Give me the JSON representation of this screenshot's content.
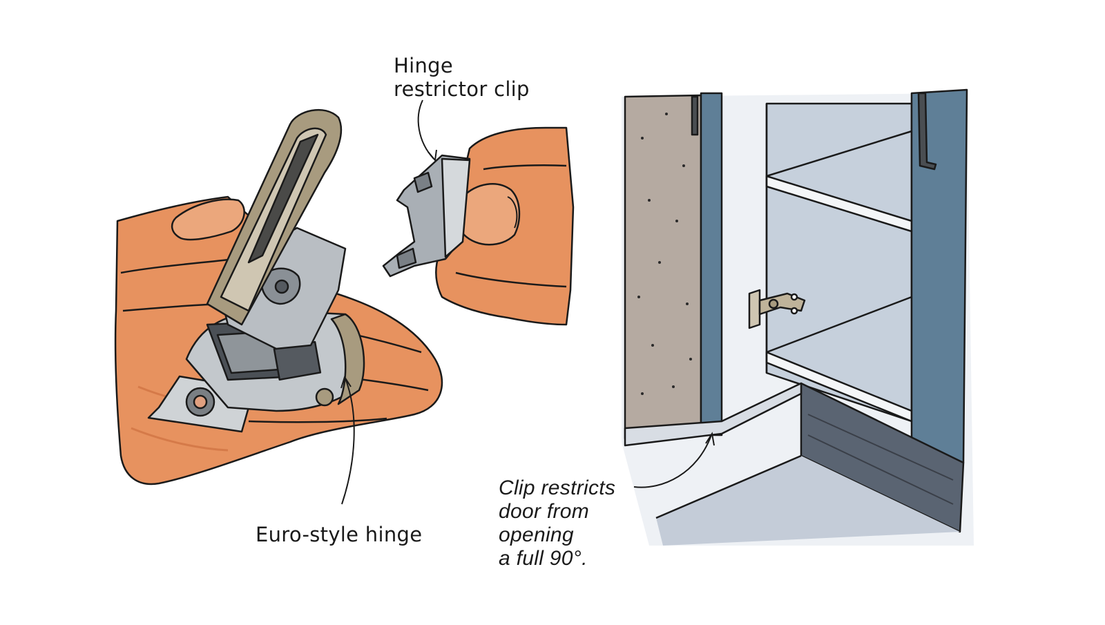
{
  "labels": {
    "restrictor_clip": [
      "Hinge",
      "restrictor clip"
    ],
    "euro_hinge": "Euro-style hinge",
    "clip_note": [
      "Clip restricts",
      "door from",
      "opening",
      "a full 90°."
    ]
  },
  "colors": {
    "skin": "#e7925f",
    "skin_shadow": "#c96a3a",
    "metal": "#b9bec3",
    "metal_dark": "#6f767c",
    "hinge_arm": "#a89b7f",
    "cabinet_blue": "#5f7f97",
    "cabinet_light": "#c6d0dc",
    "side_panel": "#b5aaa1",
    "floor": "#e5e9ef",
    "ink": "#1a1a1a"
  }
}
